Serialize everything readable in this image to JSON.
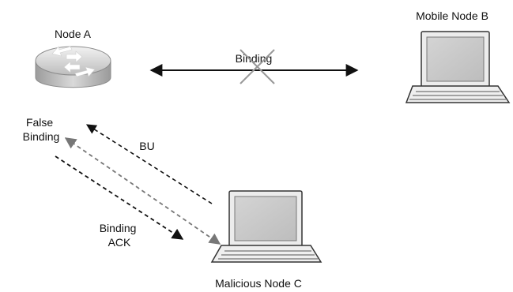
{
  "nodes": {
    "node_a": {
      "label": "Node A"
    },
    "mobile_node_b": {
      "label": "Mobile Node B"
    },
    "malicious_node_c": {
      "label": "Malicious Node C"
    }
  },
  "links": {
    "binding": {
      "label": "Binding",
      "state": "crossed-out"
    },
    "bu": {
      "label": "BU"
    },
    "false_binding": {
      "line1": "False",
      "line2": "Binding"
    },
    "binding_ack": {
      "line1": "Binding",
      "line2": "ACK"
    }
  },
  "icons": {
    "router": "router-icon",
    "laptop": "laptop-icon"
  },
  "colors": {
    "ink": "#111111",
    "gray_arrow": "#777777"
  }
}
